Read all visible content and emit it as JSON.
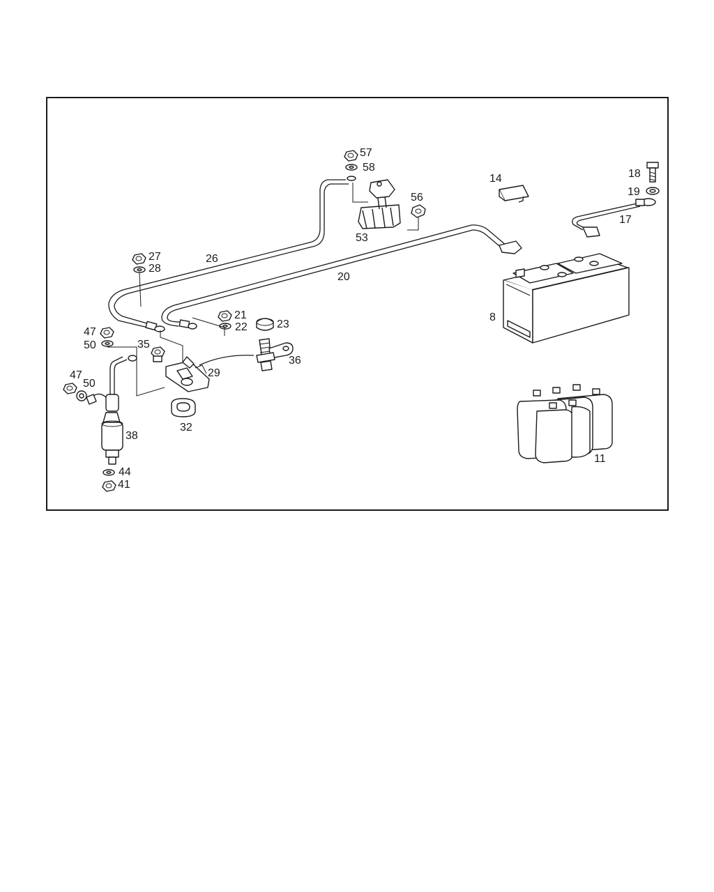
{
  "callouts": [
    {
      "id": "57",
      "label": "57"
    },
    {
      "id": "58",
      "label": "58"
    },
    {
      "id": "56",
      "label": "56"
    },
    {
      "id": "53",
      "label": "53"
    },
    {
      "id": "14",
      "label": "14"
    },
    {
      "id": "18",
      "label": "18"
    },
    {
      "id": "19",
      "label": "19"
    },
    {
      "id": "17",
      "label": "17"
    },
    {
      "id": "27",
      "label": "27"
    },
    {
      "id": "28",
      "label": "28"
    },
    {
      "id": "26",
      "label": "26"
    },
    {
      "id": "20",
      "label": "20"
    },
    {
      "id": "8",
      "label": "8"
    },
    {
      "id": "21",
      "label": "21"
    },
    {
      "id": "22",
      "label": "22"
    },
    {
      "id": "23",
      "label": "23"
    },
    {
      "id": "47a",
      "label": "47"
    },
    {
      "id": "50a",
      "label": "50"
    },
    {
      "id": "35",
      "label": "35"
    },
    {
      "id": "29",
      "label": "29"
    },
    {
      "id": "36",
      "label": "36"
    },
    {
      "id": "47b",
      "label": "47"
    },
    {
      "id": "50b",
      "label": "50"
    },
    {
      "id": "38",
      "label": "38"
    },
    {
      "id": "32",
      "label": "32"
    },
    {
      "id": "11",
      "label": "11"
    },
    {
      "id": "44",
      "label": "44"
    },
    {
      "id": "41",
      "label": "41"
    }
  ],
  "colors": {
    "line": "#1a1a1a",
    "background": "#ffffff"
  }
}
